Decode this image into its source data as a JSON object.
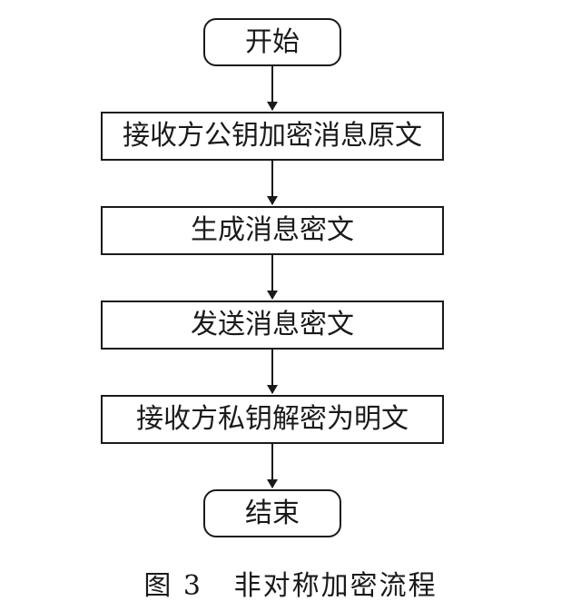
{
  "flowchart": {
    "nodes": [
      {
        "id": "start",
        "label": "开始",
        "shape": "terminal"
      },
      {
        "id": "encrypt",
        "label": "接收方公钥加密消息原文",
        "shape": "process"
      },
      {
        "id": "gen",
        "label": "生成消息密文",
        "shape": "process"
      },
      {
        "id": "send",
        "label": "发送消息密文",
        "shape": "process"
      },
      {
        "id": "decrypt",
        "label": "接收方私钥解密为明文",
        "shape": "process"
      },
      {
        "id": "end",
        "label": "结束",
        "shape": "terminal"
      }
    ],
    "edges": [
      {
        "from": "start",
        "to": "encrypt"
      },
      {
        "from": "encrypt",
        "to": "gen"
      },
      {
        "from": "gen",
        "to": "send"
      },
      {
        "from": "send",
        "to": "decrypt"
      },
      {
        "from": "decrypt",
        "to": "end"
      }
    ]
  },
  "caption": {
    "figure_number": "图 3",
    "title": "非对称加密流程"
  },
  "colors": {
    "stroke": "#1a1a1a",
    "background": "#ffffff"
  }
}
